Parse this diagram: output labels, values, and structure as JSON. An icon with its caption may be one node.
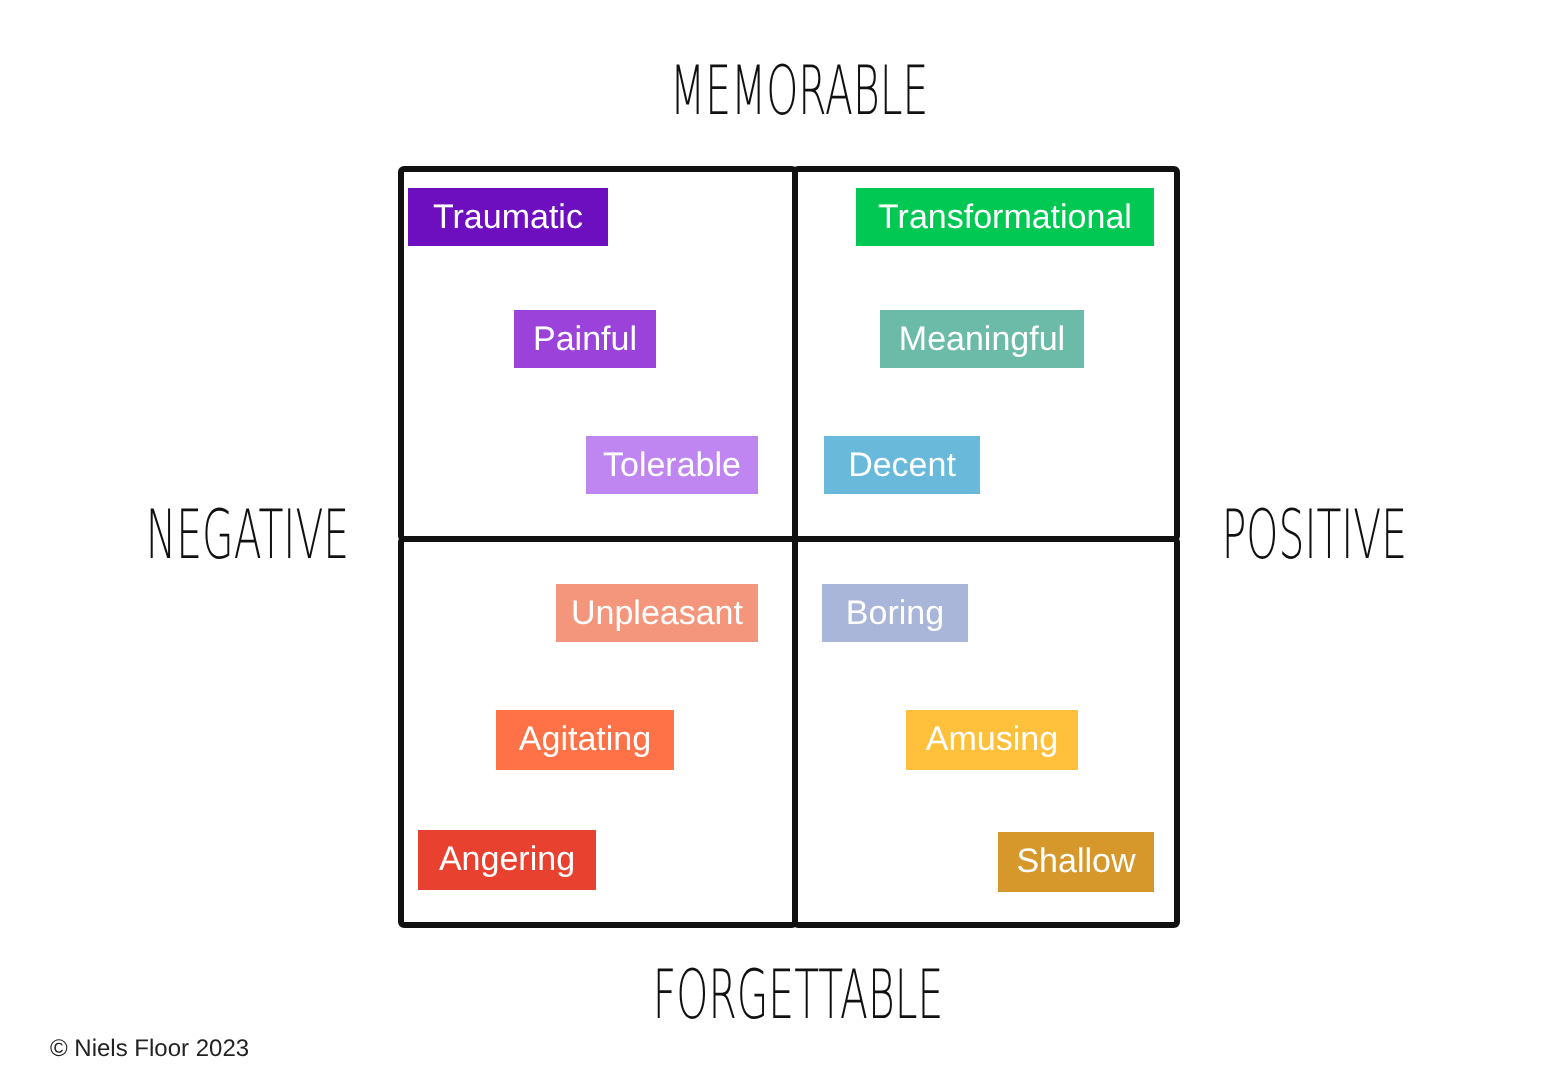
{
  "diagram": {
    "nodes": [
      {
        "text": [],
        "shape": "box"
      },
      {
        "text": [
          "Traumatic"
        ],
        "in": 0
      },
      {
        "text": [
          "Painful"
        ],
        "in": 0
      },
      {
        "text": [
          "Tolerable"
        ],
        "in": 0
      },
      {
        "text": [],
        "shape": "box"
      },
      {
        "text": [
          "Transformational"
        ],
        "in": 4
      },
      {
        "text": [
          "Meaningful"
        ],
        "in": 4
      },
      {
        "text": [
          "Decent"
        ],
        "in": 4
      },
      {
        "text": [],
        "shape": "box"
      },
      {
        "text": [
          "Unpleasant"
        ],
        "in": 8
      },
      {
        "text": [
          "Agitating"
        ],
        "in": 8
      },
      {
        "text": [
          "Angering"
        ],
        "in": 8
      },
      {
        "text": [],
        "shape": "box"
      },
      {
        "text": [
          "Boring"
        ],
        "in": 12
      },
      {
        "text": [
          "Amusing"
        ],
        "in": 12
      },
      {
        "text": [
          "Shallow"
        ],
        "in": 12
      }
    ],
    "labels": [
      "MEMORABLE",
      "NEGATIVE",
      "POSITIVE",
      "FORGETTABLE",
      "© Niels Floor 2023"
    ]
  }
}
